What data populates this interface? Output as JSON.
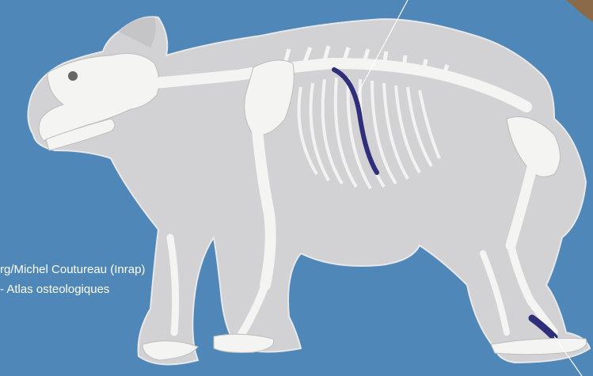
{
  "credits": {
    "line1": "rg/Michel Coutureau (Inrap)",
    "line2": "- Atlas osteologiques"
  },
  "colors": {
    "background": "#4f88b8",
    "silhouette": "#d2d2d4",
    "bone": "#f4f4f2",
    "highlight": "#2e2e7a",
    "rock": "#8a6a48"
  },
  "subject": {
    "animal": "bear",
    "highlighted_bones": [
      "rib",
      "metatarsal"
    ]
  }
}
